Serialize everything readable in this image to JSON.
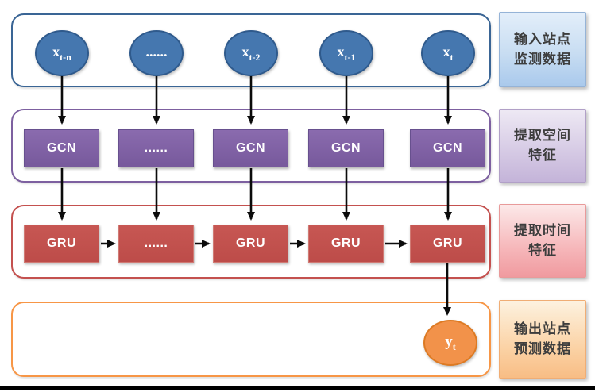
{
  "nodes": {
    "inputs": [
      {
        "base": "x",
        "sub": "t-n"
      },
      {
        "base": "......",
        "sub": ""
      },
      {
        "base": "x",
        "sub": "t-2"
      },
      {
        "base": "x",
        "sub": "t-1"
      },
      {
        "base": "x",
        "sub": "t"
      }
    ],
    "gcn": [
      "GCN",
      "......",
      "GCN",
      "GCN",
      "GCN"
    ],
    "gru": [
      "GRU",
      "......",
      "GRU",
      "GRU",
      "GRU"
    ],
    "output": {
      "base": "y",
      "sub": "t"
    }
  },
  "legend": [
    {
      "line1": "输入站点",
      "line2": "监测数据"
    },
    {
      "line1": "提取空间",
      "line2": "特征"
    },
    {
      "line1": "提取时间",
      "line2": "特征"
    },
    {
      "line1": "输出站点",
      "line2": "预测数据"
    }
  ],
  "colors": {
    "input_node_fill": "#4577af",
    "input_container_border": "#3a6595",
    "gcn_fill": "#7d5fa2",
    "gcn_container_border": "#7d60a0",
    "gru_fill": "#c0504d",
    "gru_container_border": "#c4514f",
    "output_node_fill": "#f2924a",
    "output_container_border": "#f79646",
    "legend_blue": "#b0cdec",
    "legend_purple": "#ccbfdf",
    "legend_pink": "#f2a7a9",
    "legend_orange": "#fac18f",
    "arrow": "#0b0b0b"
  }
}
